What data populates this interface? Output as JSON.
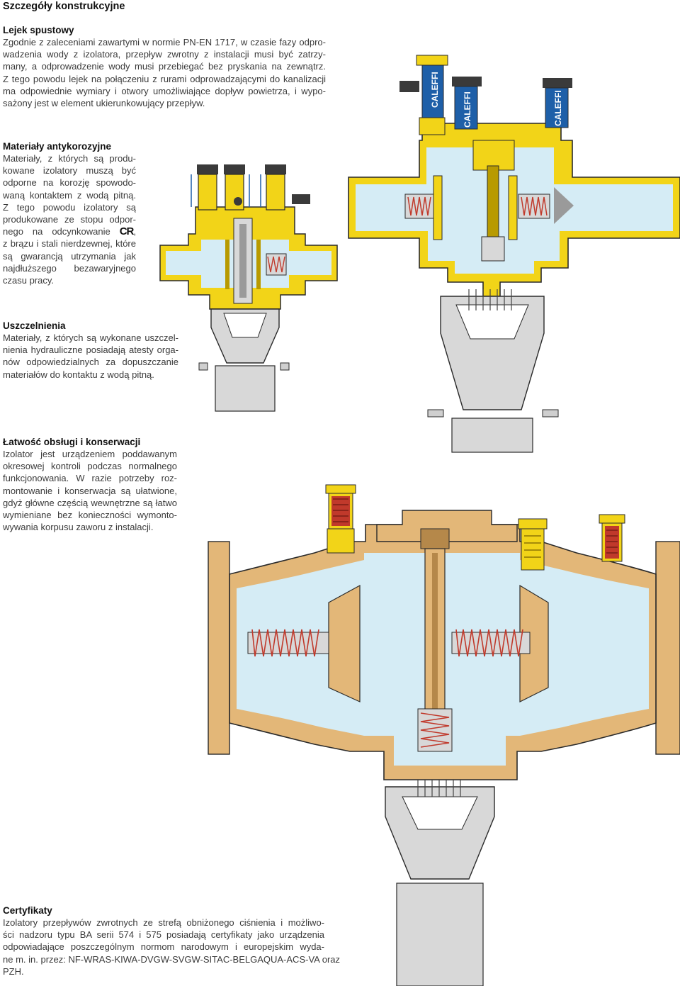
{
  "page": {
    "title": "Szczegóły konstrukcyjne"
  },
  "sections": {
    "lejek": {
      "title": "Lejek spustowy",
      "lines": [
        "Zgodnie z zaleceniami zawartymi w normie PN-EN 1717, w czasie fazy odpro-",
        "wadzenia wody z izolatora, przepływ zwrotny z instalacji musi być zatrzy-",
        "many, a odprowadzenie wody musi przebiegać bez pryskania na zewnątrz.",
        "Z tego powodu lejek na połączeniu z rurami odprowadzającymi do kanalizacji",
        "ma odpowiednie wymiary i otwory umożliwiające dopływ powietrza, i wypo-",
        "sażony jest w element ukierunkowujący przepływ."
      ]
    },
    "materialy": {
      "title": "Materiały antykorozyjne",
      "lines": [
        "Materiały, z których są produ-",
        "kowane izolatory muszą być",
        "odporne na korozję spowodo-",
        "waną kontaktem z wodą pitną.",
        "Z tego powodu izolatory są",
        "produkowane ze stopu odpor-",
        "nego na odcynkowanie",
        "z brązu i stali nierdzewnej, które",
        "są gwarancją utrzymania jak",
        "najdłuższego bezawaryjnego",
        "czasu pracy."
      ],
      "cr_mark": "CR",
      "cr_suffix": ","
    },
    "uszczelnienia": {
      "title": "Uszczelnienia",
      "lines": [
        "Materiały, z których są wykonane uszczel-",
        "nienia hydrauliczne posiadają atesty orga-",
        "nów odpowiedzialnych za dopuszczanie",
        "materiałów do kontaktu z wodą pitną."
      ]
    },
    "latwosc": {
      "title": "Łatwość obsługi i konserwacji",
      "lines": [
        "Izolator jest urządzeniem poddawanym",
        "okresowej kontroli podczas normalnego",
        "funkcjonowania. W razie potrzeby roz-",
        "montowanie i konserwacja są ułatwione,",
        "gdyż główne częścią wewnętrzne są łatwo",
        "wymieniane bez konieczności wymonto-",
        "wywania korpusu zaworu z instalacji."
      ]
    },
    "certyfikaty": {
      "title": "Certyfikaty",
      "lines": [
        "Izolatory przepływów zwrotnych ze strefą obniżonego ciśnienia i możliwo-",
        "ści nadzoru typu BA serii 574 i 575 posiadają certyfikaty jako urządzenia",
        "odpowiadające poszczególnym normom narodowym i europejskim wyda-",
        "ne m. in. przez: NF-WRAS-KIWA-DVGW-SVGW-SITAC-BELGAQUA-ACS-VA oraz",
        "PZH."
      ]
    }
  },
  "illustration": {
    "cap_branding": "CALEFFI",
    "colors": {
      "brass": "#f2d418",
      "brass_dark": "#b89a00",
      "bronze": "#e3b778",
      "bronze_dark": "#b5884a",
      "water": "#d5ecf5",
      "steel": "#9a9a9a",
      "steel_light": "#d8d8d8",
      "spring": "#c0392b",
      "cap_blue": "#1e5fa8",
      "cap_dark": "#3a3a3a",
      "outline": "#2a2a2a"
    }
  }
}
